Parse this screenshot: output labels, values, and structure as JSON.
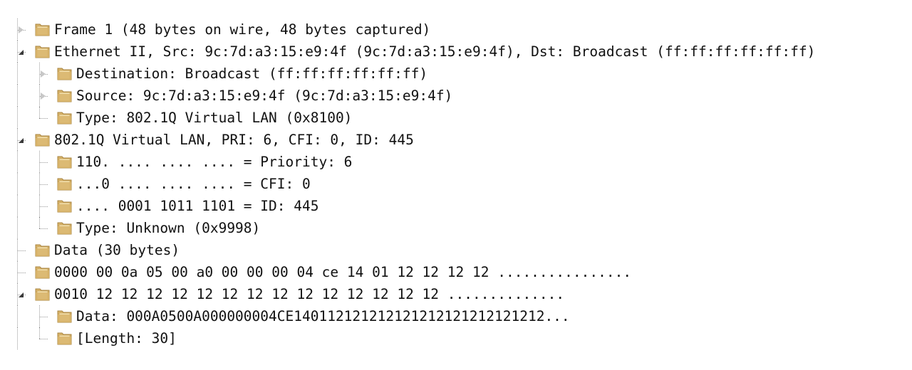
{
  "tree": {
    "rows": [
      {
        "depth": 0,
        "toggle": "collapsed",
        "label": "Frame 1 (48 bytes on wire, 48 bytes captured)"
      },
      {
        "depth": 0,
        "toggle": "expanded",
        "label": "Ethernet II, Src: 9c:7d:a3:15:e9:4f (9c:7d:a3:15:e9:4f), Dst: Broadcast (ff:ff:ff:ff:ff:ff)"
      },
      {
        "depth": 1,
        "toggle": "collapsed",
        "label": "Destination: Broadcast (ff:ff:ff:ff:ff:ff)"
      },
      {
        "depth": 1,
        "toggle": "collapsed",
        "label": "Source: 9c:7d:a3:15:e9:4f (9c:7d:a3:15:e9:4f)"
      },
      {
        "depth": 1,
        "toggle": "none",
        "label": "Type: 802.1Q Virtual LAN (0x8100)"
      },
      {
        "depth": 0,
        "toggle": "expanded",
        "label": "802.1Q Virtual LAN, PRI: 6, CFI: 0, ID: 445"
      },
      {
        "depth": 1,
        "toggle": "none",
        "label": "110. .... .... .... = Priority: 6"
      },
      {
        "depth": 1,
        "toggle": "none",
        "label": "...0 .... .... .... = CFI: 0"
      },
      {
        "depth": 1,
        "toggle": "none",
        "label": ".... 0001 1011 1101 = ID: 445"
      },
      {
        "depth": 1,
        "toggle": "none",
        "label": "Type: Unknown (0x9998)"
      },
      {
        "depth": 0,
        "toggle": "none",
        "label": "Data (30 bytes)"
      },
      {
        "depth": 0,
        "toggle": "none",
        "label": "0000 00 0a 05 00 a0 00 00 00 04 ce 14 01 12 12 12 12 ................"
      },
      {
        "depth": 0,
        "toggle": "expanded",
        "label": "0010 12 12 12 12 12 12 12 12 12 12 12 12 12 12 .............."
      },
      {
        "depth": 1,
        "toggle": "none",
        "label": "Data: 000A0500A000000004CE140112121212121212121212121212..."
      },
      {
        "depth": 1,
        "toggle": "none",
        "label": "[Length: 30]"
      }
    ],
    "folder_icon": "folder-icon",
    "colors": {
      "folder_body": "#d8b46a",
      "folder_light": "#f2dfae",
      "connector": "#9a9a9a"
    }
  }
}
